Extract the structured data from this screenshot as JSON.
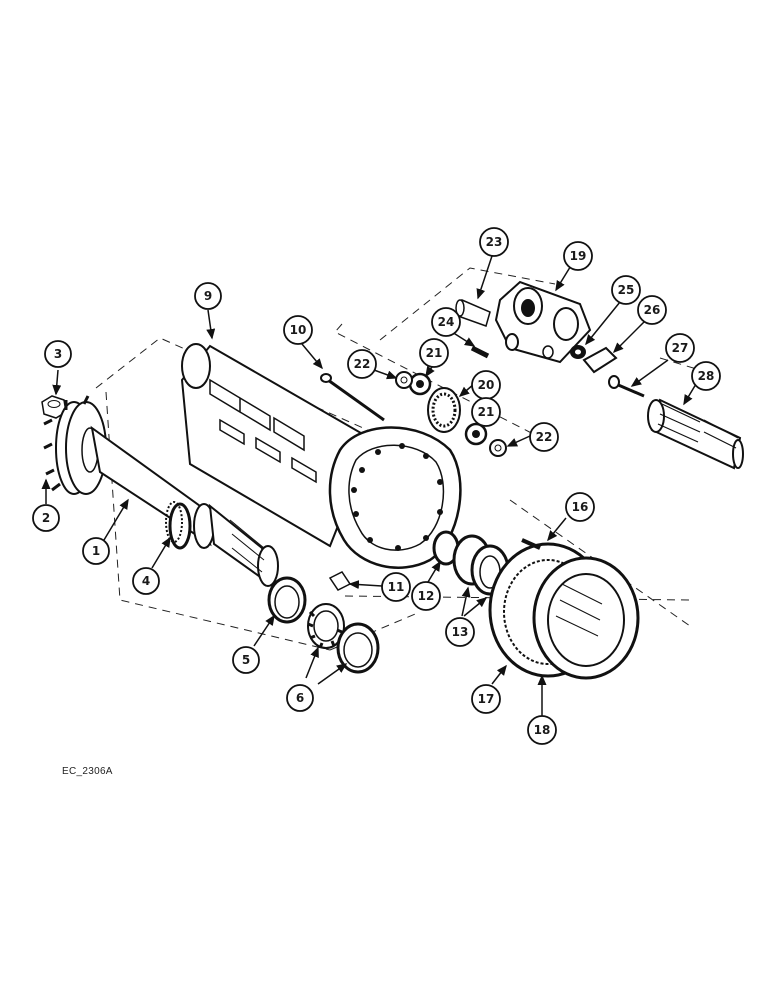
{
  "diagram": {
    "figure_code": "EC_2306A",
    "callouts": [
      {
        "id": "callout-3",
        "label": "3"
      },
      {
        "id": "callout-2",
        "label": "2"
      },
      {
        "id": "callout-1",
        "label": "1"
      },
      {
        "id": "callout-4",
        "label": "4"
      },
      {
        "id": "callout-5",
        "label": "5"
      },
      {
        "id": "callout-6",
        "label": "6"
      },
      {
        "id": "callout-9",
        "label": "9"
      },
      {
        "id": "callout-10",
        "label": "10"
      },
      {
        "id": "callout-11",
        "label": "11"
      },
      {
        "id": "callout-12",
        "label": "12"
      },
      {
        "id": "callout-13",
        "label": "13"
      },
      {
        "id": "callout-16",
        "label": "16"
      },
      {
        "id": "callout-17",
        "label": "17"
      },
      {
        "id": "callout-18",
        "label": "18"
      },
      {
        "id": "callout-19",
        "label": "19"
      },
      {
        "id": "callout-20",
        "label": "20"
      },
      {
        "id": "callout-21a",
        "label": "21"
      },
      {
        "id": "callout-21b",
        "label": "21"
      },
      {
        "id": "callout-22a",
        "label": "22"
      },
      {
        "id": "callout-22b",
        "label": "22"
      },
      {
        "id": "callout-23",
        "label": "23"
      },
      {
        "id": "callout-24",
        "label": "24"
      },
      {
        "id": "callout-25",
        "label": "25"
      },
      {
        "id": "callout-26",
        "label": "26"
      },
      {
        "id": "callout-27",
        "label": "27"
      },
      {
        "id": "callout-28",
        "label": "28"
      }
    ]
  }
}
